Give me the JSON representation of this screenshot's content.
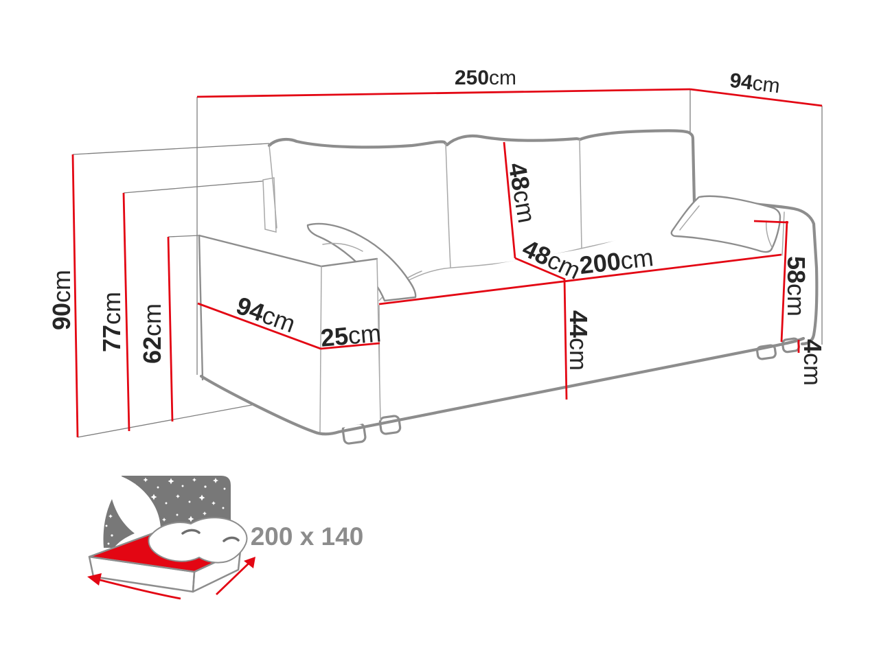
{
  "diagram": {
    "dimensions": {
      "overall_width": {
        "value": "250",
        "unit": "cm"
      },
      "overall_depth": {
        "value": "94",
        "unit": "cm"
      },
      "overall_height": {
        "value": "90",
        "unit": "cm"
      },
      "backrest_height": {
        "value": "77",
        "unit": "cm"
      },
      "armrest_height": {
        "value": "62",
        "unit": "cm"
      },
      "back_cushion_height": {
        "value": "48",
        "unit": "cm"
      },
      "seat_depth": {
        "value": "48",
        "unit": "cm"
      },
      "seat_width": {
        "value": "200",
        "unit": "cm"
      },
      "armrest_depth": {
        "value": "94",
        "unit": "cm"
      },
      "armrest_width": {
        "value": "25",
        "unit": "cm"
      },
      "seat_height": {
        "value": "44",
        "unit": "cm"
      },
      "right_side_height": {
        "value": "58",
        "unit": "cm"
      },
      "leg_height": {
        "value": "4",
        "unit": "cm"
      }
    },
    "colors": {
      "dimension_line": "#e30613",
      "sketch_line": "#8d8d8d",
      "label_text": "#262626"
    }
  },
  "sleeping_area": {
    "label": "200 x 140",
    "icon": "sofa-bed-starry-night-icon",
    "text_color": "#8c8c8c"
  }
}
